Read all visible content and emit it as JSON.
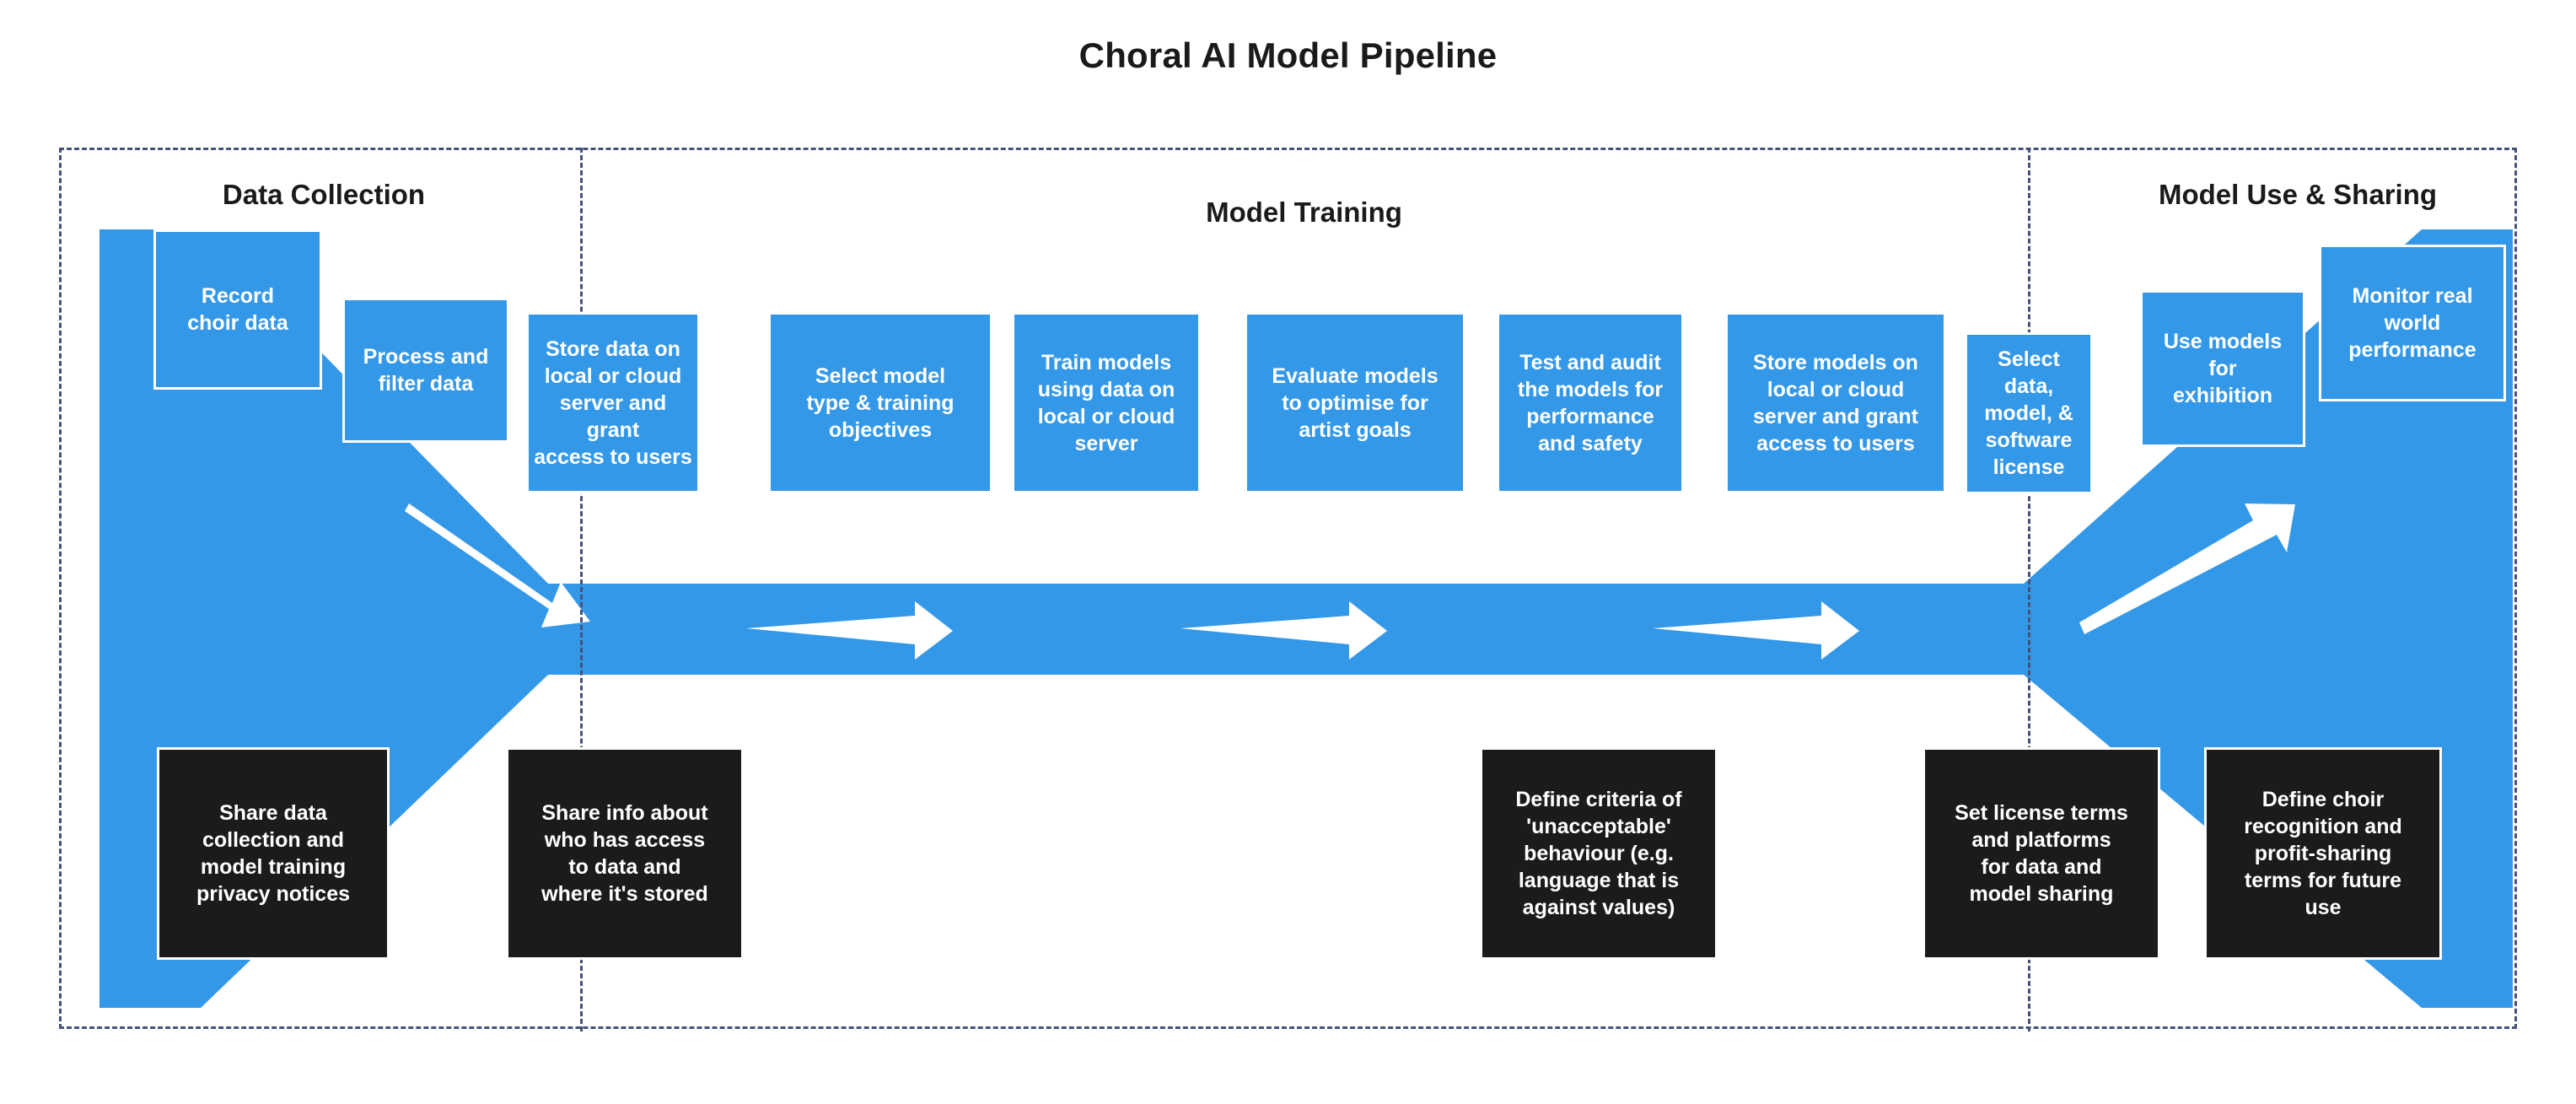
{
  "title": "Choral AI Model Pipeline",
  "colors": {
    "accent_blue": "#3498e8",
    "practice_black": "#1b1b1b",
    "frame_dash": "#46517a",
    "text_dark": "#1a1a1a",
    "text_light": "#ffffff",
    "background": "#ffffff"
  },
  "sections": [
    {
      "id": "data-collection",
      "label": "Data Collection"
    },
    {
      "id": "model-training",
      "label": "Model Training"
    },
    {
      "id": "model-use-sharing",
      "label": "Model Use & Sharing"
    }
  ],
  "steps": [
    {
      "id": "record-choir-data",
      "label": "Record\nchoir data",
      "section": "data-collection"
    },
    {
      "id": "process-filter-data",
      "label": "Process and\nfilter data",
      "section": "data-collection"
    },
    {
      "id": "store-data",
      "label": "Store data on\nlocal or cloud\nserver and grant\naccess to users",
      "section": "model-training"
    },
    {
      "id": "select-model-type",
      "label": "Select model\ntype & training\nobjectives",
      "section": "model-training"
    },
    {
      "id": "train-models",
      "label": "Train models\nusing data on\nlocal or cloud\nserver",
      "section": "model-training"
    },
    {
      "id": "evaluate-models",
      "label": "Evaluate models\nto optimise for\nartist goals",
      "section": "model-training"
    },
    {
      "id": "test-audit-models",
      "label": "Test and audit\nthe models for\nperformance\nand safety",
      "section": "model-training"
    },
    {
      "id": "store-models",
      "label": "Store models on\nlocal or cloud\nserver and grant\naccess to users",
      "section": "model-training"
    },
    {
      "id": "select-license",
      "label": "Select data,\nmodel, &\nsoftware\nlicense",
      "section": "model-use-sharing"
    },
    {
      "id": "use-models-exhibition",
      "label": "Use models\nfor\nexhibition",
      "section": "model-use-sharing"
    },
    {
      "id": "monitor-performance",
      "label": "Monitor real\nworld\nperformance",
      "section": "model-use-sharing"
    }
  ],
  "practices": [
    {
      "id": "share-privacy-notices",
      "label": "Share data\ncollection and\nmodel training\nprivacy notices",
      "section": "data-collection"
    },
    {
      "id": "share-access-info",
      "label": "Share info about\nwho has access\nto data and\nwhere it's stored",
      "section": "data-collection"
    },
    {
      "id": "define-unacceptable",
      "label": "Define criteria of\n'unacceptable'\nbehaviour (e.g.\nlanguage that is\nagainst values)",
      "section": "model-training"
    },
    {
      "id": "set-license-terms",
      "label": "Set license terms\nand platforms\nfor data and\nmodel sharing",
      "section": "model-use-sharing"
    },
    {
      "id": "define-recognition",
      "label": "Define choir\nrecognition and\nprofit-sharing\nterms for future\nuse",
      "section": "model-use-sharing"
    }
  ],
  "flow_arrows": [
    {
      "id": "arrow-intake",
      "direction": "down-right"
    },
    {
      "id": "arrow-mid-1",
      "direction": "right"
    },
    {
      "id": "arrow-mid-2",
      "direction": "right"
    },
    {
      "id": "arrow-mid-3",
      "direction": "right"
    },
    {
      "id": "arrow-outflow",
      "direction": "up-right"
    }
  ]
}
